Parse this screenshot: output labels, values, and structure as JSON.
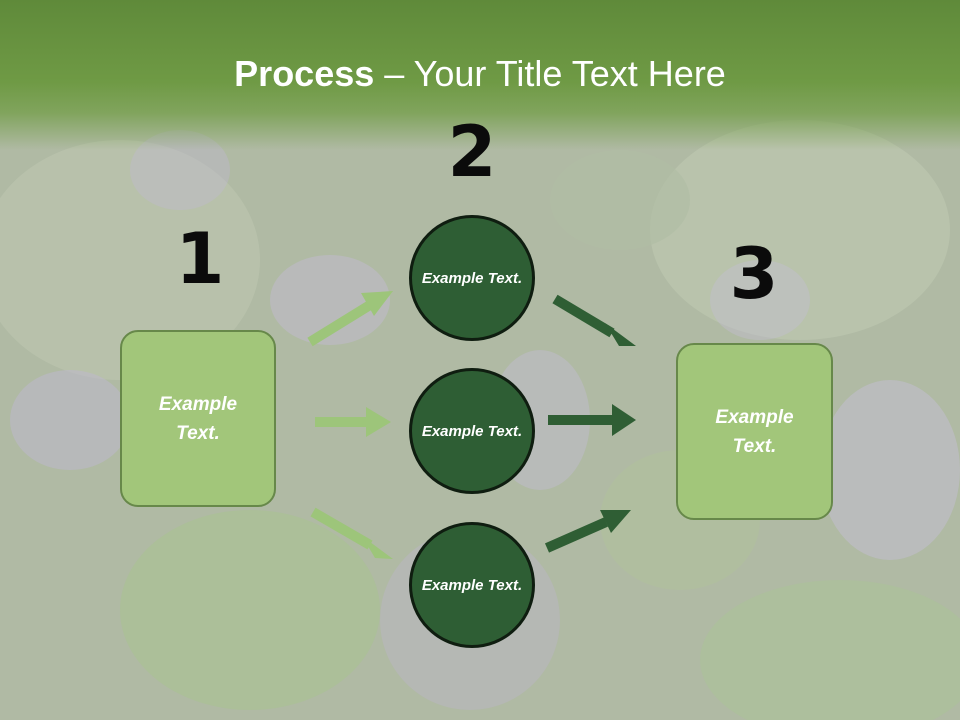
{
  "title": {
    "bold": "Process",
    "rest": " – Your Title Text Here"
  },
  "steps": {
    "one": "1",
    "two": "2",
    "three": "3"
  },
  "left_box": {
    "label": "Example Text."
  },
  "right_box": {
    "label": "Example Text."
  },
  "circles": [
    {
      "label": "Example Text."
    },
    {
      "label": "Example Text."
    },
    {
      "label": "Example Text."
    }
  ],
  "colors": {
    "header": "#6f9a45",
    "box_fill": "#a2c67a",
    "circle_fill": "#2e5e34",
    "light_arrow": "#9dc57a",
    "dark_arrow": "#2f5e34"
  }
}
